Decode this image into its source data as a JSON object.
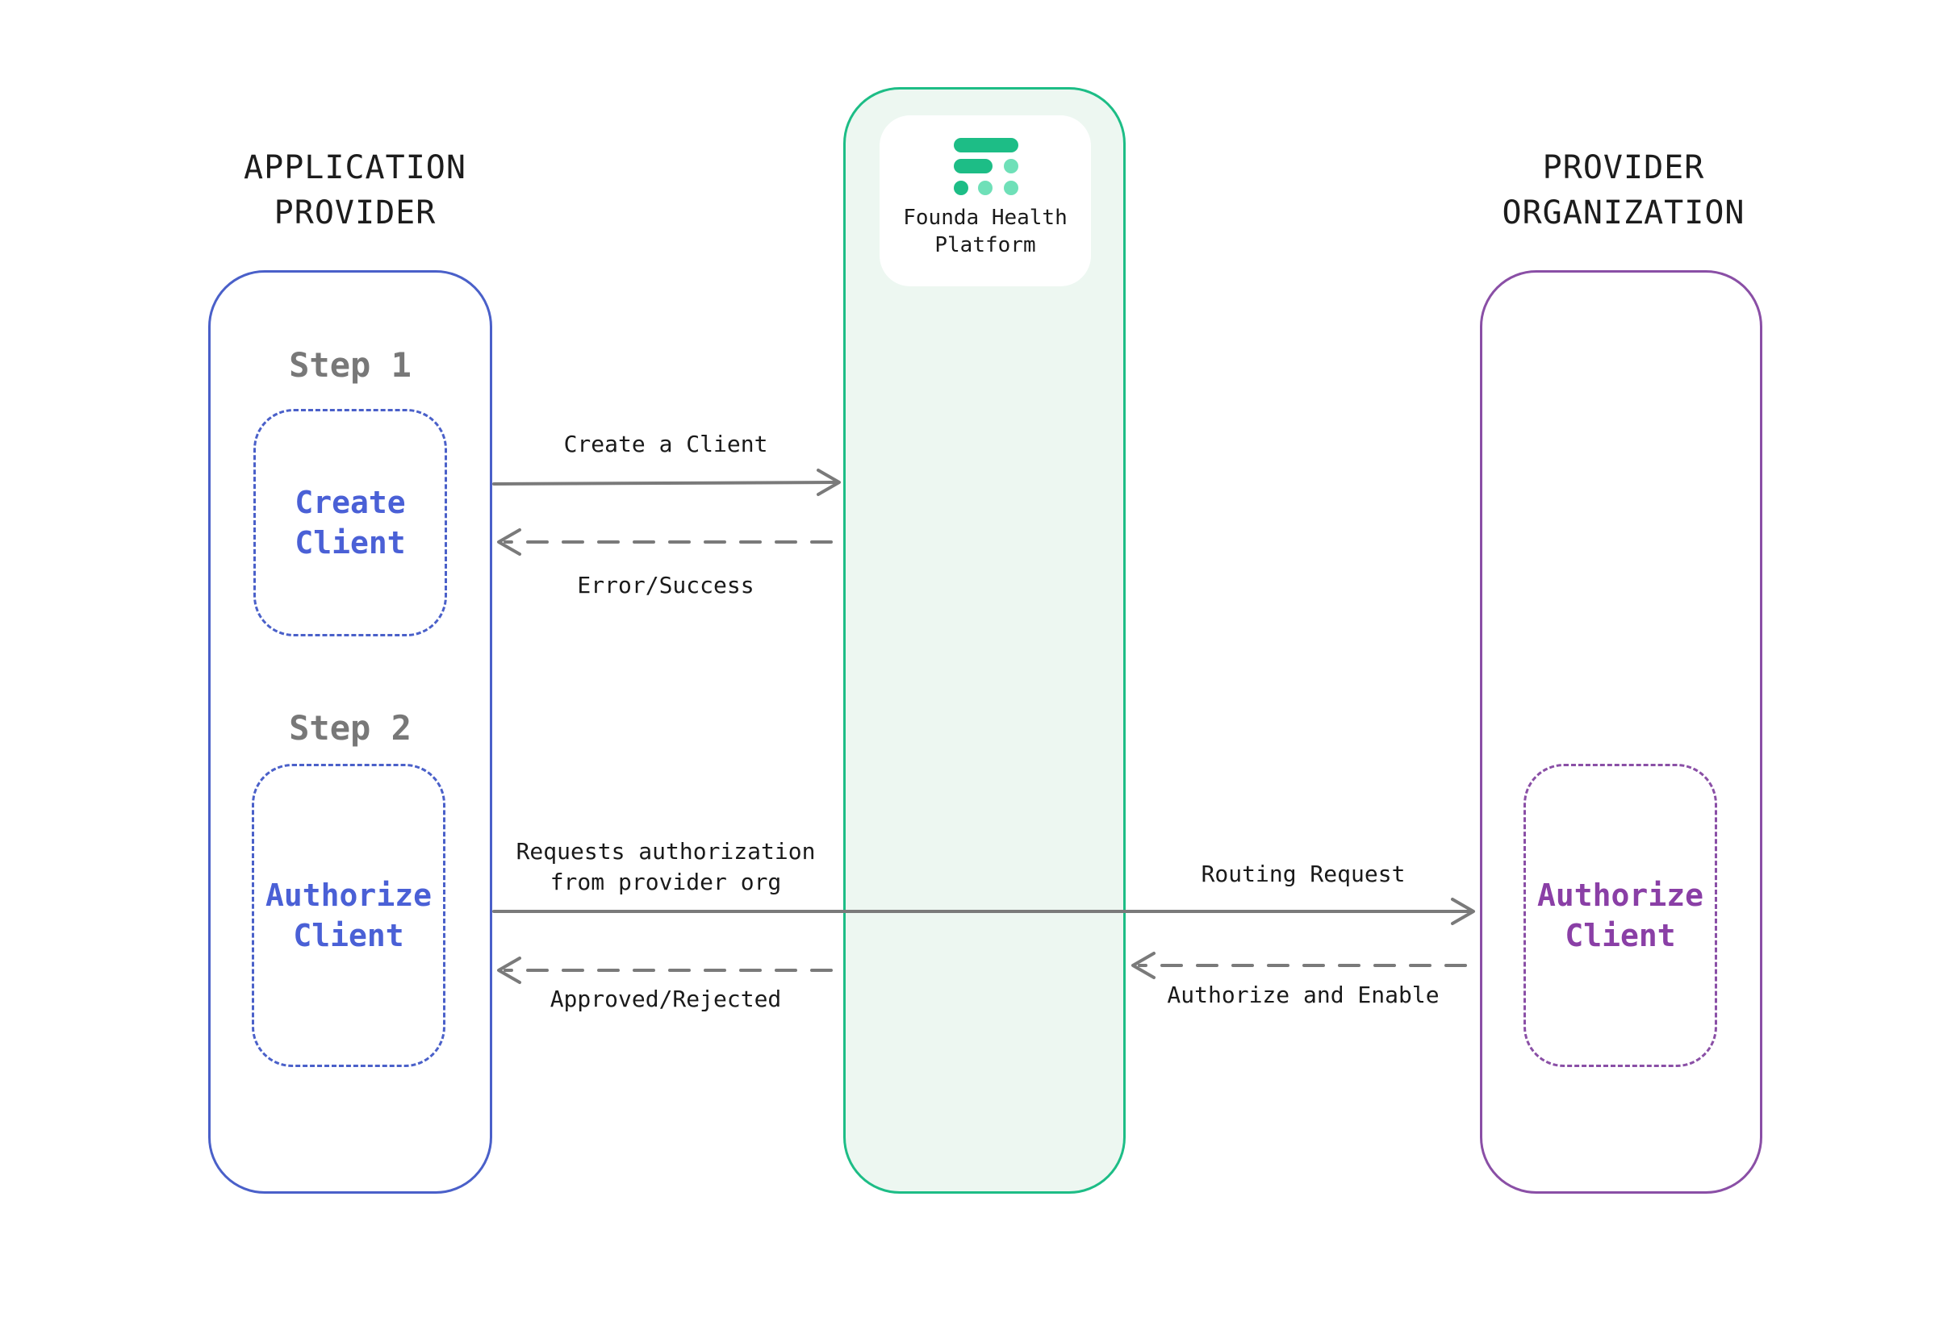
{
  "columns": {
    "left": {
      "title": "APPLICATION\nPROVIDER"
    },
    "center": {
      "logo_text": "Founda Health\nPlatform"
    },
    "right": {
      "title": "PROVIDER\nORGANIZATION"
    }
  },
  "steps": [
    {
      "label": "Step 1",
      "box_text": "Create\nClient"
    },
    {
      "label": "Step 2",
      "box_text": "Authorize\nClient"
    }
  ],
  "provider_box_text": "Authorize\nClient",
  "edges": {
    "create_client": "Create a Client",
    "error_success": "Error/Success",
    "requests_authorization": "Requests authorization\nfrom provider org",
    "approved_rejected": "Approved/Rejected",
    "routing_request": "Routing Request",
    "authorize_enable": "Authorize and Enable"
  },
  "colors": {
    "blue": "#4a60c9",
    "green": "#1dbd86",
    "purple": "#8a4fa6",
    "arrow": "#7a7a7a"
  },
  "icons": {
    "logo": "founda-logo-icon"
  }
}
